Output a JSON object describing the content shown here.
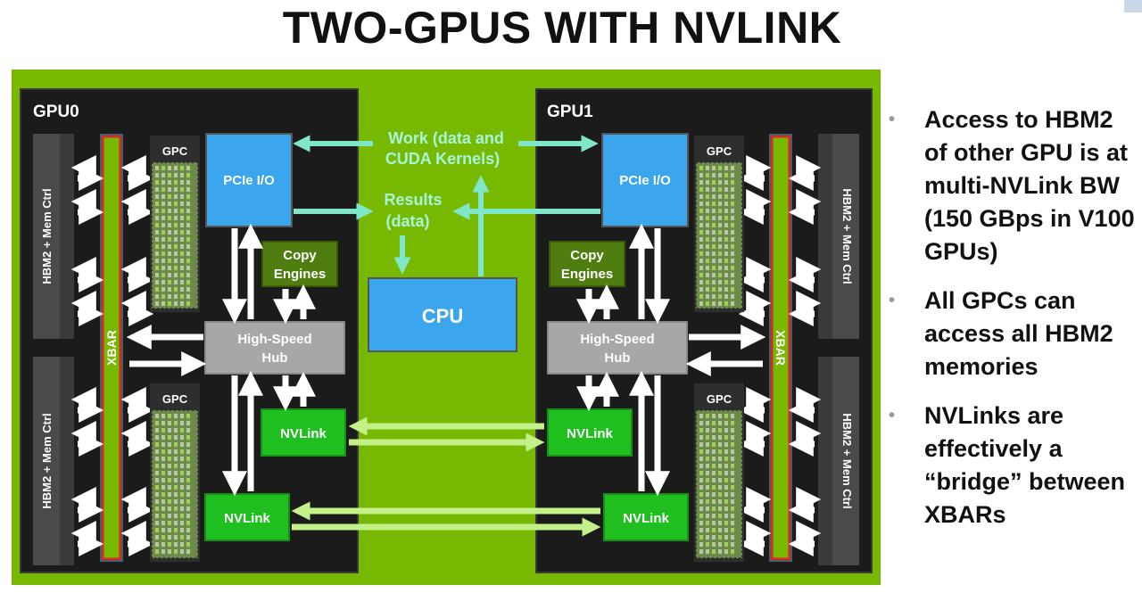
{
  "title": "TWO-GPUS WITH NVLINK",
  "gpu0_label": "GPU0",
  "gpu1_label": "GPU1",
  "gpc_label": "GPC",
  "xbar_label": "XBAR",
  "hbm_label": "HBM2 + Mem Ctrl",
  "pcie_label": "PCIe I/O",
  "copy_engines": [
    "Copy",
    "Engines"
  ],
  "hub": [
    "High-Speed",
    "Hub"
  ],
  "nvlink_label": "NVLink",
  "cpu_label": "CPU",
  "work_label": [
    "Work (data and",
    "CUDA Kernels)"
  ],
  "results_label": [
    "Results",
    "(data)"
  ],
  "bullets": [
    "Access to HBM2 of other GPU is at multi-NVLink BW (150 GBps in V100 GPUs)",
    "All GPCs can access all HBM2 memories",
    "NVLinks are effectively a “bridge” between XBARs"
  ],
  "colors": {
    "outer_green": "#76b900",
    "gpu_body": "#1b1b1b",
    "pcie_blue": "#3ba5ee",
    "nvlink_green": "#1fbf1f",
    "copy_green": "#4f7d10",
    "hub_gray": "#a7a7a7",
    "teal_arrow": "#7fe7c8",
    "xbar_red": "#d9262b"
  }
}
